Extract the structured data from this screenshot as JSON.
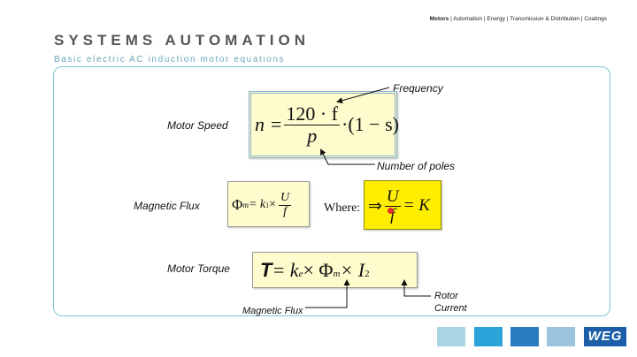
{
  "nav": {
    "active": "Motors",
    "rest": " | Automation | Energy | Transmission & Distribution | Coatings"
  },
  "header": {
    "title": "SYSTEMS AUTOMATION",
    "subtitle": "Basic electric AC induction motor equations"
  },
  "labels": {
    "motor_speed": "Motor Speed",
    "magnetic_flux": "Magnetic Flux",
    "motor_torque": "Motor Torque",
    "frequency": "Frequency",
    "number_of_poles": "Number of poles",
    "where": "Where:",
    "magnetic_flux_bottom": "Magnetic Flux",
    "rotor": "Rotor",
    "current": "Current"
  },
  "eq_speed": {
    "lhs": "n =",
    "num": "120 · f",
    "den": "p",
    "rhs": "·(1 − s)"
  },
  "eq_flux": {
    "phi": "Φ",
    "sub": "m",
    "mid": " = k",
    "k_sub": "1",
    "times": " ×",
    "num": "U",
    "den": "f"
  },
  "eq_ratio": {
    "arrow": "⇒",
    "num": "U",
    "den": "f",
    "rhs": "= K"
  },
  "eq_torque": {
    "t": "T",
    "eq": " = k",
    "ke_sub": "e",
    "x1": " × Φ",
    "m_sub": "m",
    "x2": " × I",
    "i_sub": "2"
  },
  "footer": {
    "colors": [
      "#a9d4e4",
      "#29a3d8",
      "#2a7cc0",
      "#9cc4de"
    ],
    "logo": "WEG"
  }
}
